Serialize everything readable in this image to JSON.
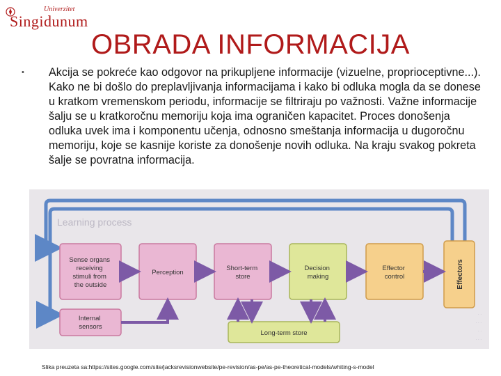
{
  "logo": {
    "top_line": "Univerzitet",
    "name": "Singidunum"
  },
  "slide": {
    "title": "OBRADA INFORMACIJA",
    "bullet": "Akcija se pokreće kao odgovor na prikupljene informacije (vizuelne, proprioceptivne...). Kako ne bi došlo do preplavljivanja informacijama  i kako bi odluka mogla da se donese u kratkom vremenskom periodu, informacije se filtriraju po važnosti. Važne informacije šalju se u kratkoročnu memoriju koja ima ograničen kapacitet. Proces donošenja odluka uvek ima i komponentu učenja, odnosno smeštanja informacija u dugoročnu memoriju, koje se kasnije koriste za donošenje novih odluka. Na kraju svakog pokreta šalje se povratna informacija.",
    "caption": "Slika preuzeta sa:https://sites.google.com/site/jacksrevisionwebsite/pe-revision/as-pe/as-pe-theoretical-models/whiting-s-model"
  },
  "diagram": {
    "sense": [
      "Sense organs",
      "receiving",
      "stimuli from",
      "the outside"
    ],
    "internal": [
      "Internal",
      "sensors"
    ],
    "perception": "Perception",
    "stm": [
      "Short-term",
      "store"
    ],
    "decision": [
      "Decision",
      "making"
    ],
    "effector": [
      "Effector",
      "control"
    ],
    "effectors": "Effectors",
    "ltm": "Long-term store",
    "colors": {
      "pink": "#eab7d3",
      "pink_border": "#c9799f",
      "green": "#dfe79a",
      "green_border": "#a9b55a",
      "orange": "#f6d08c",
      "orange_border": "#cf9b4a",
      "blue_arrow": "#5d87c6",
      "purple_arrow": "#7d5aa6",
      "background": "#e9e6ea"
    }
  }
}
